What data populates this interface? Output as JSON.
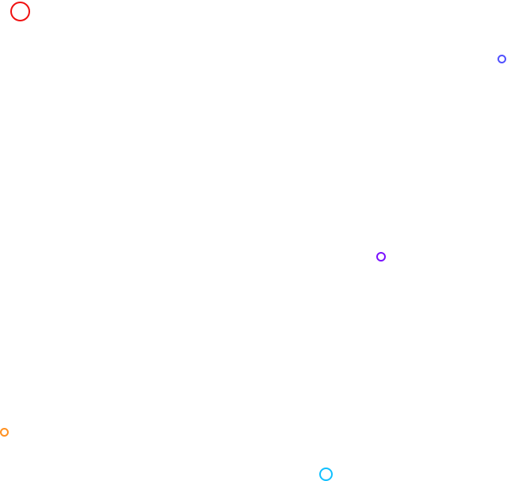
{
  "circles": [
    {
      "id": "red",
      "color": "#f01010"
    },
    {
      "id": "blue",
      "color": "#5050ff"
    },
    {
      "id": "purple",
      "color": "#7a10ff"
    },
    {
      "id": "orange",
      "color": "#ff9020"
    },
    {
      "id": "cyan",
      "color": "#10c0ff"
    }
  ]
}
